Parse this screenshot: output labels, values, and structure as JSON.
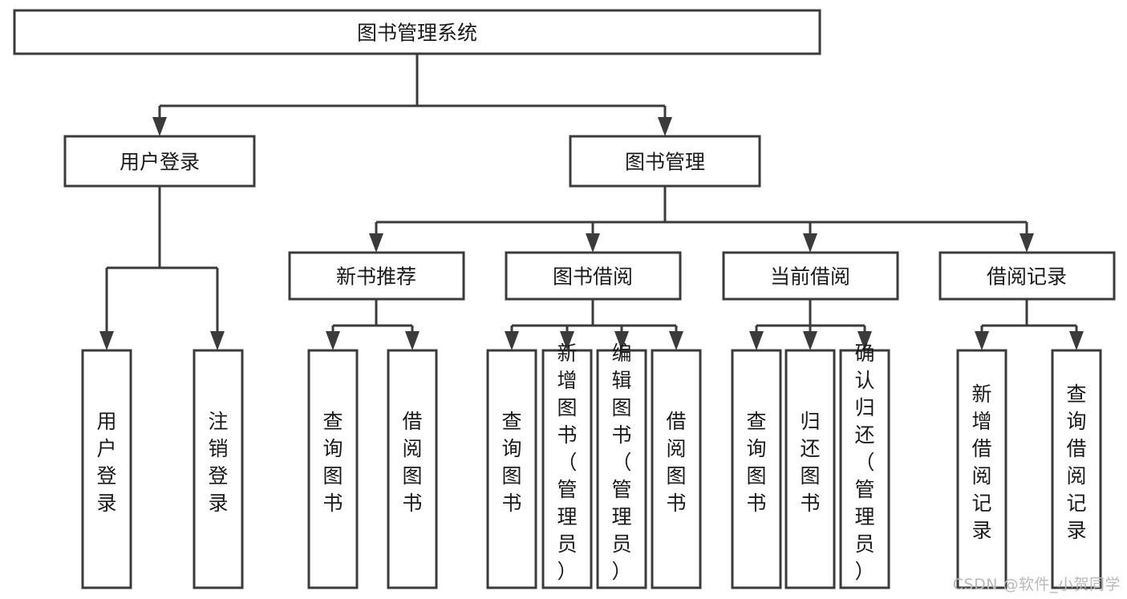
{
  "diagram": {
    "title": "图书管理系统",
    "type": "tree",
    "watermark": "CSDN @软件_小贺同学",
    "colors": {
      "box_stroke": "#3b3b3b",
      "box_fill": "#ffffff",
      "text": "#1a1a1a",
      "connector": "#3b3b3b",
      "watermark": "#b9b9b9",
      "background": "#ffffff"
    },
    "root": {
      "label": "图书管理系统"
    },
    "level2": [
      {
        "label": "用户登录"
      },
      {
        "label": "图书管理"
      }
    ],
    "level3": [
      {
        "label": "新书推荐"
      },
      {
        "label": "图书借阅"
      },
      {
        "label": "当前借阅"
      },
      {
        "label": "借阅记录"
      }
    ],
    "leaves": {
      "user_login": [
        {
          "label": "用户登录"
        },
        {
          "label": "注销登录"
        }
      ],
      "new_book_recommend": [
        {
          "label": "查询图书"
        },
        {
          "label": "借阅图书"
        }
      ],
      "book_borrow": [
        {
          "label": "查询图书"
        },
        {
          "label": "新增图书（管理员）"
        },
        {
          "label": "编辑图书（管理员）"
        },
        {
          "label": "借阅图书"
        }
      ],
      "current_borrow": [
        {
          "label": "查询图书"
        },
        {
          "label": "归还图书"
        },
        {
          "label": "确认归还（管理员）"
        }
      ],
      "borrow_record": [
        {
          "label": "新增借阅记录"
        },
        {
          "label": "查询借阅记录"
        }
      ]
    }
  },
  "chart_data": {
    "type": "table",
    "title": "图书管理系统 功能结构图",
    "hierarchy": [
      {
        "name": "图书管理系统",
        "level": 1,
        "children": [
          {
            "name": "用户登录",
            "level": 2,
            "children": [
              {
                "name": "用户登录",
                "level": 3
              },
              {
                "name": "注销登录",
                "level": 3
              }
            ]
          },
          {
            "name": "图书管理",
            "level": 2,
            "children": [
              {
                "name": "新书推荐",
                "level": 3,
                "children": [
                  {
                    "name": "查询图书",
                    "level": 4
                  },
                  {
                    "name": "借阅图书",
                    "level": 4
                  }
                ]
              },
              {
                "name": "图书借阅",
                "level": 3,
                "children": [
                  {
                    "name": "查询图书",
                    "level": 4
                  },
                  {
                    "name": "新增图书（管理员）",
                    "level": 4
                  },
                  {
                    "name": "编辑图书（管理员）",
                    "level": 4
                  },
                  {
                    "name": "借阅图书",
                    "level": 4
                  }
                ]
              },
              {
                "name": "当前借阅",
                "level": 3,
                "children": [
                  {
                    "name": "查询图书",
                    "level": 4
                  },
                  {
                    "name": "归还图书",
                    "level": 4
                  },
                  {
                    "name": "确认归还（管理员）",
                    "level": 4
                  }
                ]
              },
              {
                "name": "借阅记录",
                "level": 3,
                "children": [
                  {
                    "name": "新增借阅记录",
                    "level": 4
                  },
                  {
                    "name": "查询借阅记录",
                    "level": 4
                  }
                ]
              }
            ]
          }
        ]
      }
    ]
  }
}
